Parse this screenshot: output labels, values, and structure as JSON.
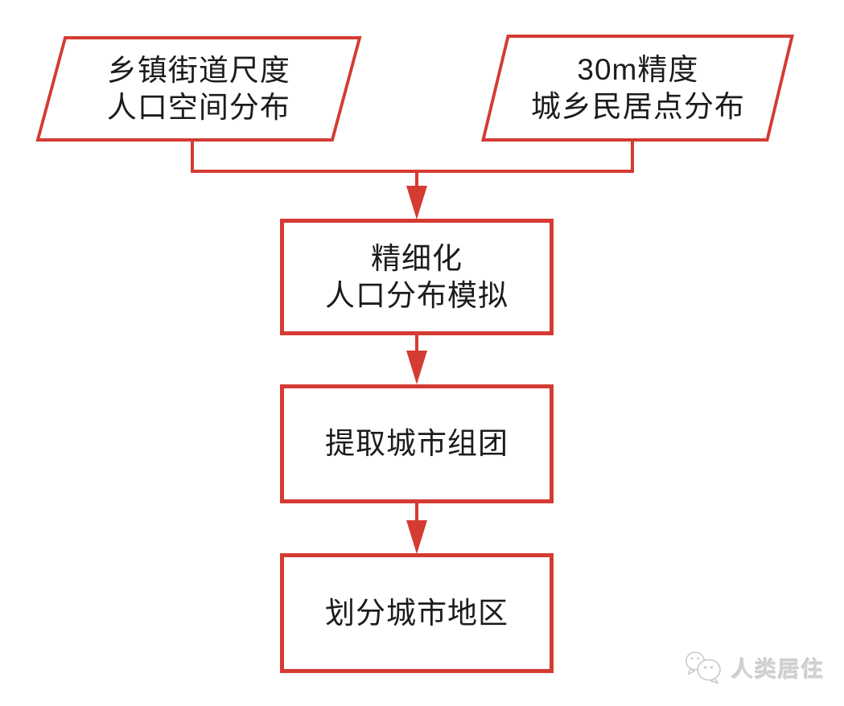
{
  "colors": {
    "accent_red": "#d43b32",
    "node_text": "#1c1c1c",
    "watermark_gray": "#d2d2d2",
    "background": "#ffffff"
  },
  "diagram": {
    "inputs": [
      {
        "type": "parallelogram",
        "lines": [
          "乡镇街道尺度",
          "人口空间分布"
        ]
      },
      {
        "type": "parallelogram",
        "lines": [
          "30m精度",
          "城乡民居点分布"
        ]
      }
    ],
    "steps": [
      {
        "type": "rectangle",
        "lines": [
          "精细化",
          "人口分布模拟"
        ]
      },
      {
        "type": "rectangle",
        "lines": [
          "提取城市组团"
        ]
      },
      {
        "type": "rectangle",
        "lines": [
          "划分城市地区"
        ]
      }
    ],
    "flow": [
      "inputs.0 -> steps.0",
      "inputs.1 -> steps.0",
      "steps.0 -> steps.1",
      "steps.1 -> steps.2"
    ]
  },
  "watermark": {
    "icon": "wechat-icon",
    "label": "人类居住"
  }
}
